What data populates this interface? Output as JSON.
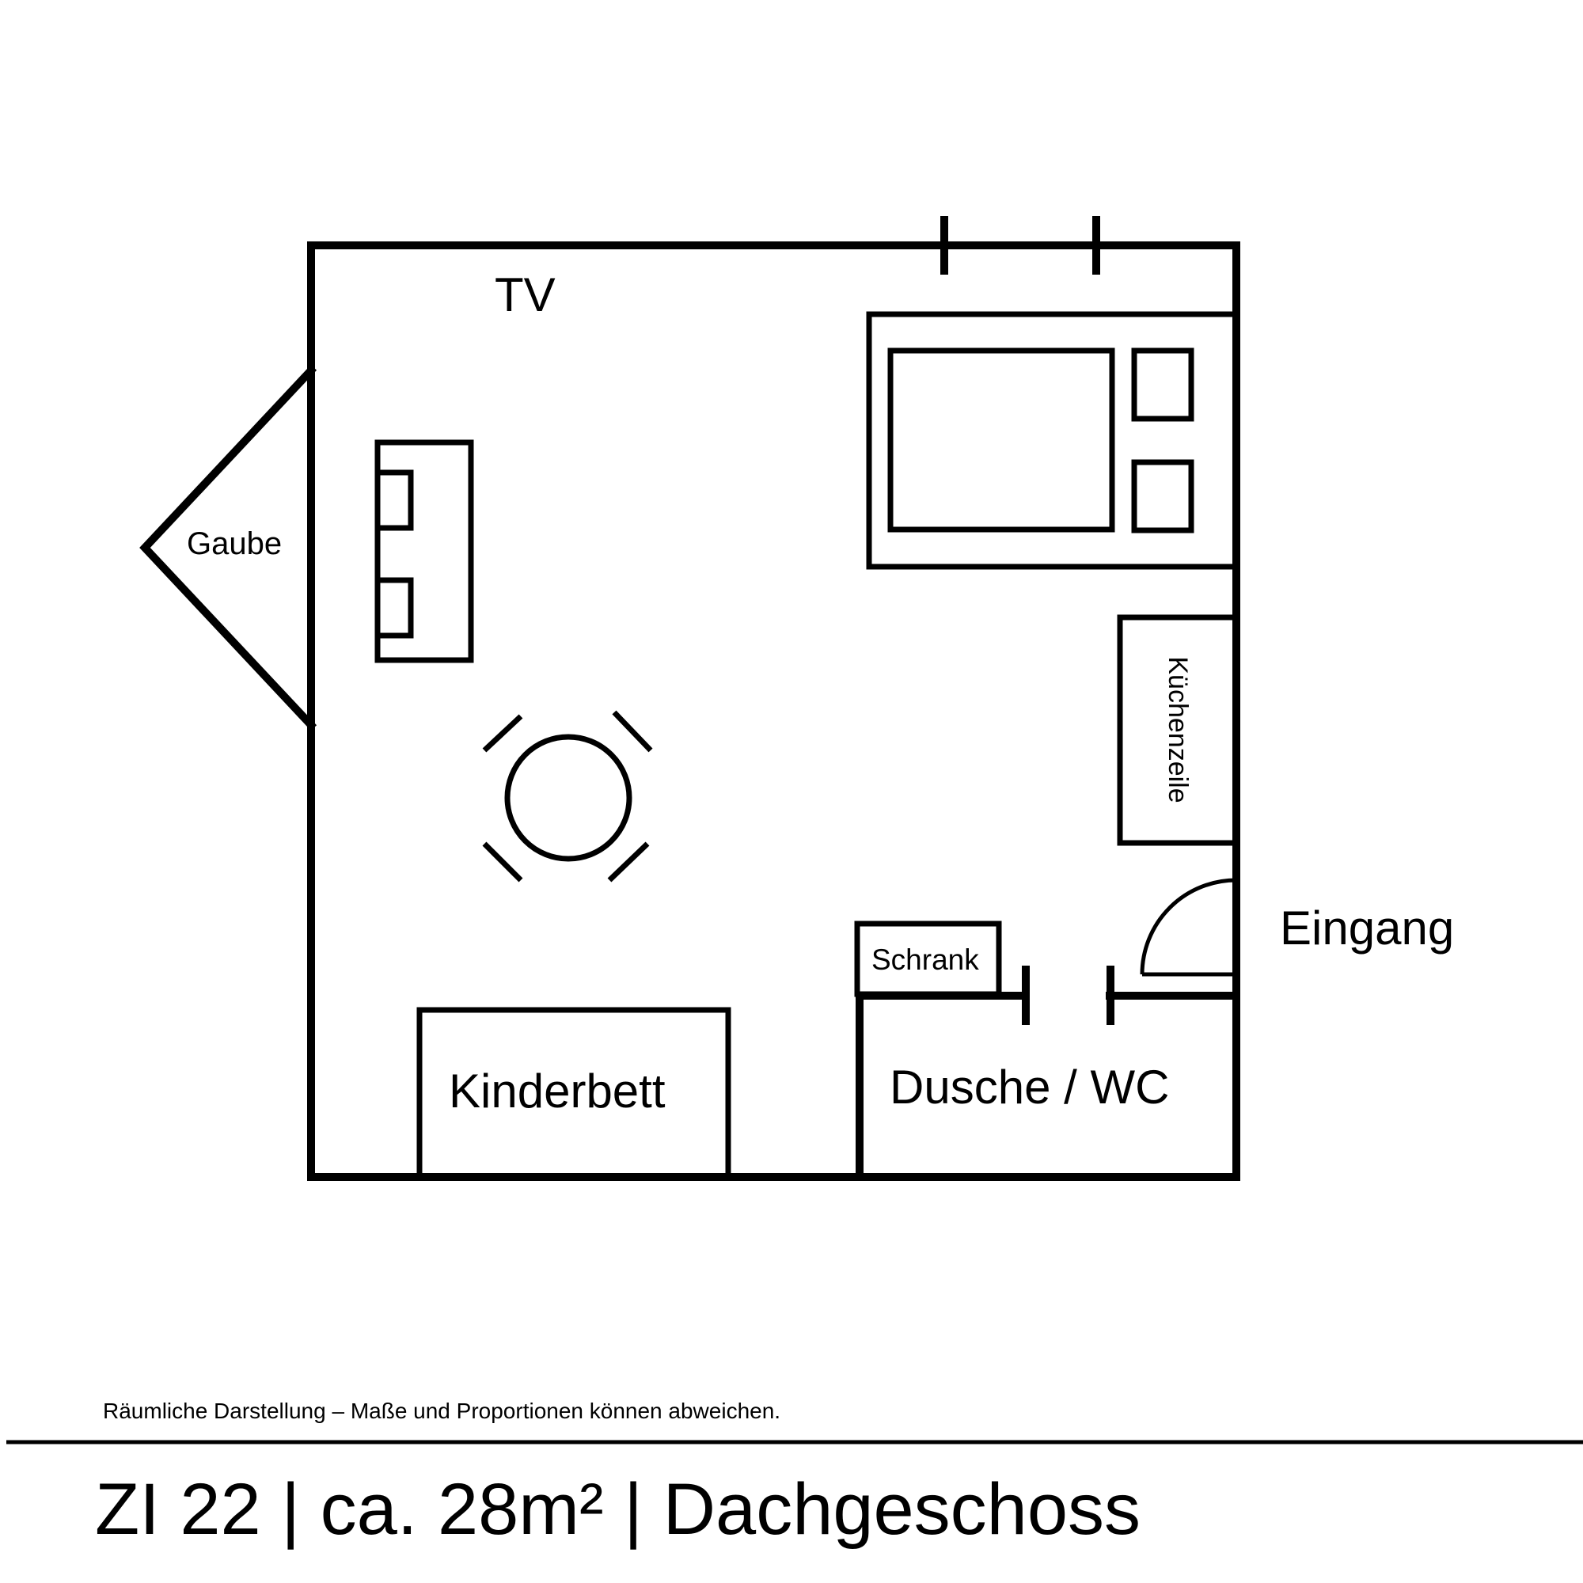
{
  "rooms": {
    "tv": "TV",
    "gaube": "Gaube",
    "kuechenzeile": "Küchenzeile",
    "eingang": "Eingang",
    "schrank": "Schrank",
    "kinderbett": "Kinderbett",
    "dusche_wc": "Dusche / WC"
  },
  "footer": {
    "disclaimer": "Räumliche Darstellung – Maße und Proportionen können abweichen.",
    "title": "ZI 22 | ca. 28m² | Dachgeschoss"
  }
}
